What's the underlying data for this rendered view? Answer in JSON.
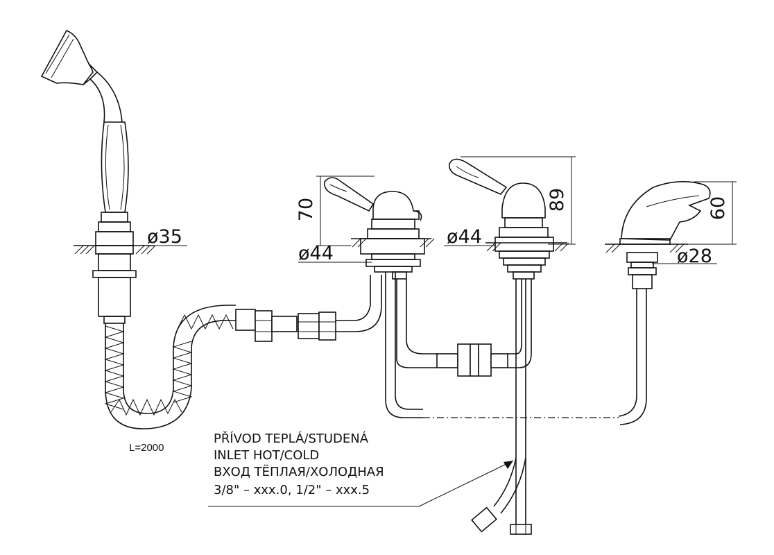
{
  "dimensions": {
    "shower_diameter": "ø35",
    "left_mixer_height": "70",
    "left_mixer_diameter": "ø44",
    "middle_mixer_diameter": "ø44",
    "middle_mixer_height": "89",
    "spout_height": "60",
    "spout_diameter": "ø28"
  },
  "hose_length": "L=2000",
  "inlet_note": {
    "line1": "PŘÍVOD TEPLÁ/STUDENÁ",
    "line2": "INLET HOT/COLD",
    "line3": "ВХОД ТЁПЛАЯ/ХОЛОДНАЯ",
    "line4": "3/8\" – xxx.0, 1/2\" – xxx.5"
  }
}
